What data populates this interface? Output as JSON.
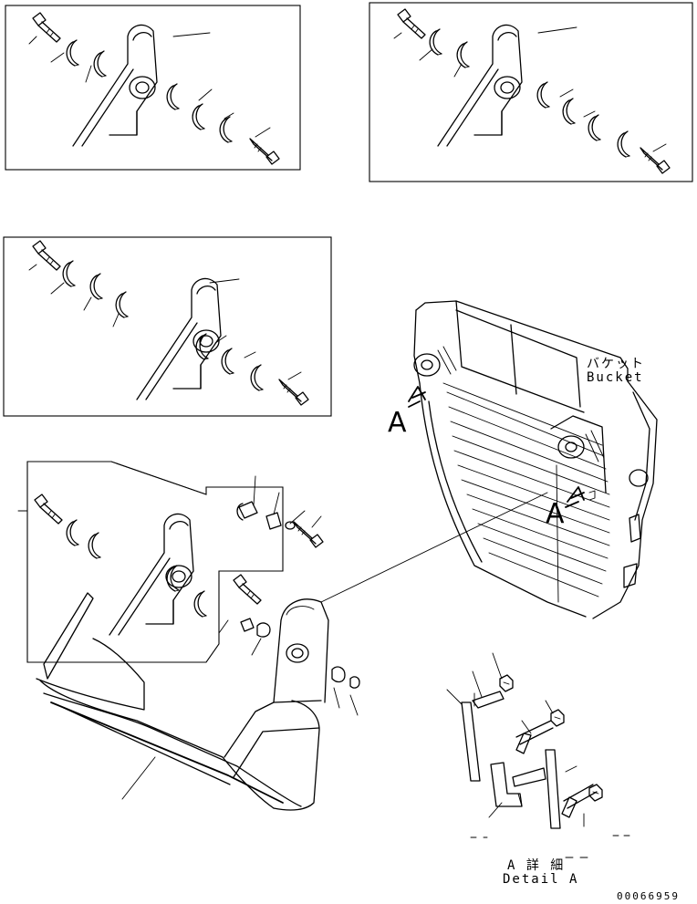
{
  "labels": {
    "bucket_jp": "バケット",
    "bucket_en": "Bucket",
    "view_a_1": "A",
    "view_a_2": "A",
    "detail_jp": "A 詳 細",
    "detail_en": "Detail A",
    "drawing_no": "00066959"
  },
  "icons": [
    "bolt-icon",
    "shim-icon",
    "pin-icon",
    "nut-icon",
    "washer-icon",
    "arrow-icon"
  ]
}
